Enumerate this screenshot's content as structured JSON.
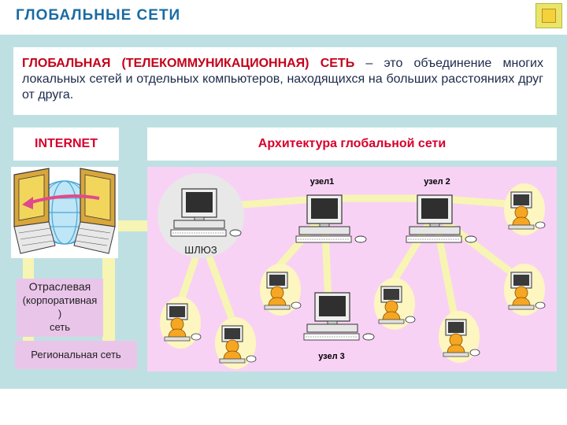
{
  "header": {
    "title": "ГЛОБАЛЬНЫЕ  СЕТИ",
    "nav_button_glyph": "",
    "nav_button_icon": "next-slide-icon"
  },
  "definition": {
    "term": "ГЛОБАЛЬНАЯ   (ТЕЛЕКОММУНИКАЦИОННАЯ)  СЕТЬ",
    "text": " – это объединение многих локальных сетей и отдельных компьютеров, находящихся на больших расстояниях  друг  от  друга."
  },
  "labels": {
    "internet": "INTERNET",
    "architecture": "Архитектура  глобальной  сети"
  },
  "sidebar": {
    "corporate_line1": "Отраслевая",
    "corporate_line2": "(корпоративная",
    "corporate_line3": ")",
    "corporate_line4": "сеть",
    "regional": "Региональная сеть"
  },
  "diagram": {
    "gateway_label": "ШЛЮЗ",
    "node1_label": "узел1",
    "node2_label": "узел 2",
    "node3_label": "узел 3"
  },
  "colors": {
    "title": "#1a6ba3",
    "accent_red": "#d6002b",
    "band": "#bfe0e2",
    "panel": "#f8d2f4",
    "link": "#f7f5b3",
    "user_bubble": "#fdf6c0"
  }
}
